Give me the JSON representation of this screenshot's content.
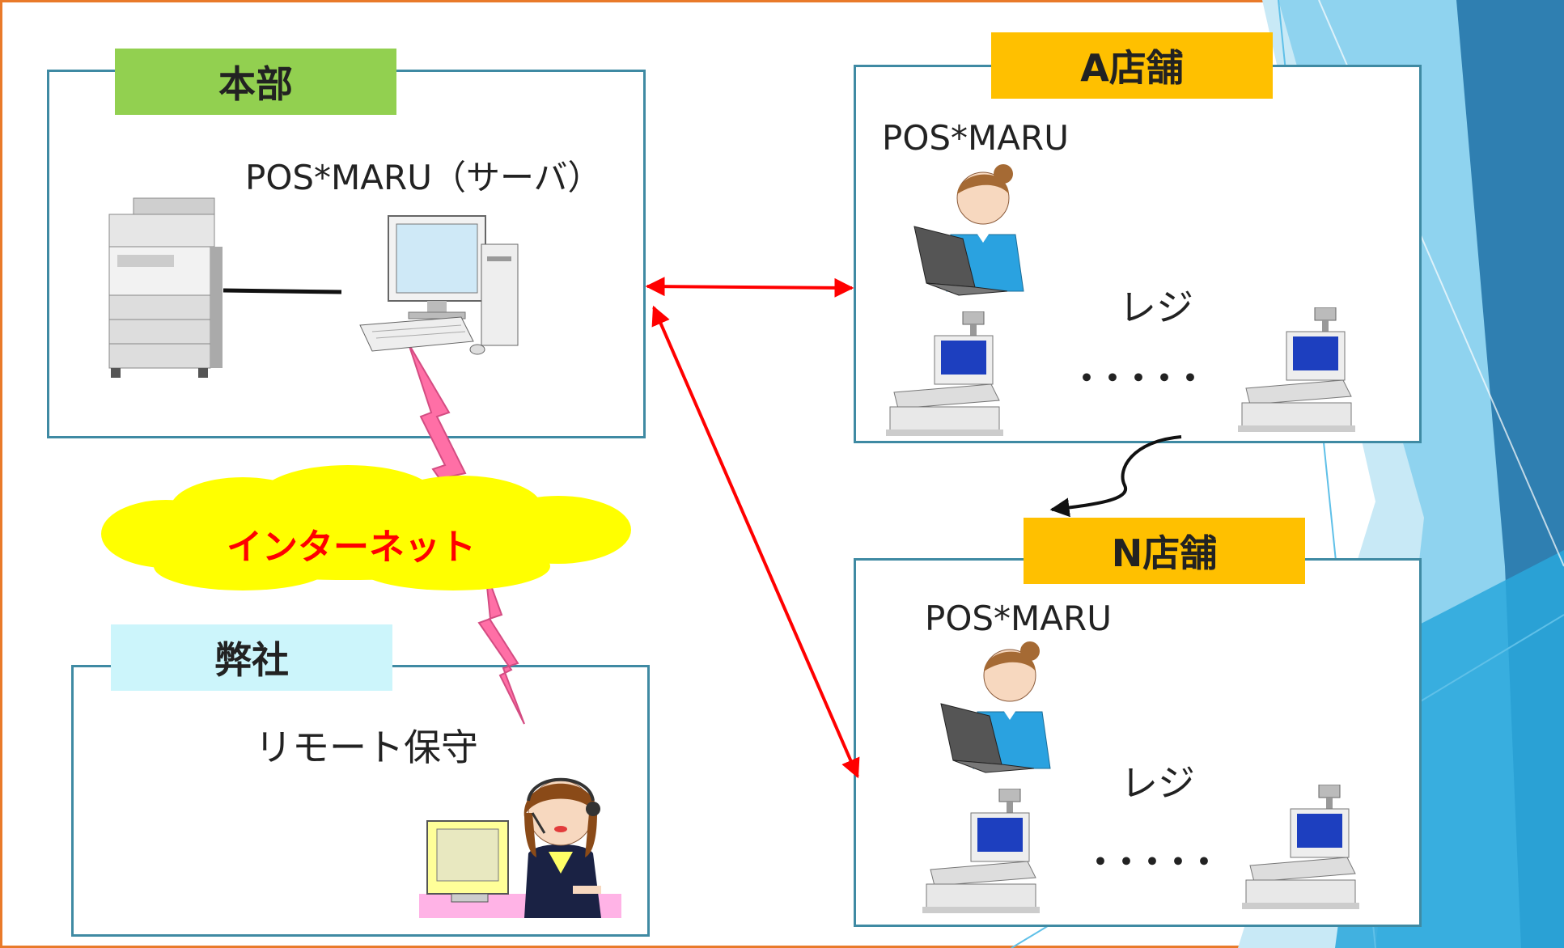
{
  "colors": {
    "page_border": "#e97a2a",
    "box_border": "#3f8aa3",
    "honbu_tag": "#92d050",
    "store_tag": "#ffc000",
    "heisha_tag": "#ccf5fb",
    "cloud": "#ffff00",
    "internet_text": "#ff0000",
    "lightning": "#ff6fa6",
    "arrow": "#ff0000",
    "deco_blue": "#29a7dc"
  },
  "honbu": {
    "title": "本部",
    "server_label": "POS*MARU（サーバ）",
    "icons": [
      "printer-copier-icon",
      "desktop-computer-icon"
    ]
  },
  "store_a": {
    "title": "A店舗",
    "app_label": "POS*MARU",
    "register_label": "レジ",
    "ellipsis": "・・・・・",
    "icons": [
      "staff-laptop-icon",
      "cash-register-icon",
      "cash-register-icon"
    ]
  },
  "store_n": {
    "title": "N店舗",
    "app_label": "POS*MARU",
    "register_label": "レジ",
    "ellipsis": "・・・・・",
    "icons": [
      "staff-laptop-icon",
      "cash-register-icon",
      "cash-register-icon"
    ]
  },
  "internet": {
    "label": "インターネット"
  },
  "heisha": {
    "title": "弊社",
    "support_label": "リモート保守",
    "icons": [
      "support-operator-icon"
    ]
  }
}
